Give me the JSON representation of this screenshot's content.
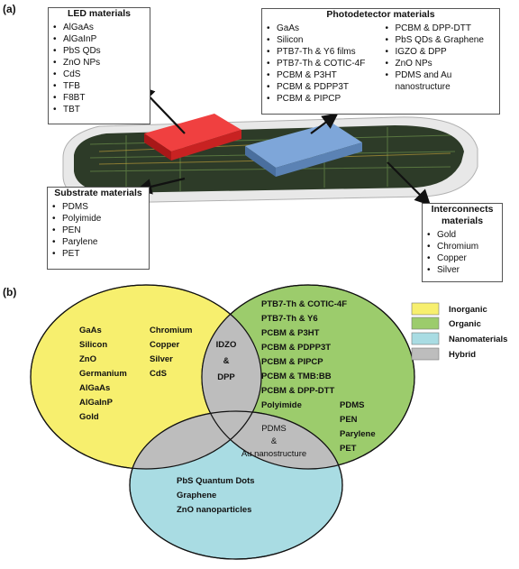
{
  "panel_a": {
    "label": "(a)",
    "led": {
      "title": "LED materials",
      "items": [
        "AlGaAs",
        "AlGaInP",
        "PbS QDs",
        "ZnO NPs",
        "CdS",
        "TFB",
        "F8BT",
        "TBT"
      ]
    },
    "photodetector": {
      "title": "Photodetector materials",
      "col1": [
        "GaAs",
        "Silicon",
        "PTB7-Th & Y6 films",
        "PTB7-Th & COTIC-4F",
        "PCBM & P3HT",
        "PCBM & PDPP3T",
        "PCBM & PIPCP"
      ],
      "col2": [
        "PCBM & DPP-DTT",
        "PbS QDs & Graphene",
        "IGZO & DPP",
        "ZnO NPs",
        "PDMS and Au nanostructure"
      ]
    },
    "substrate": {
      "title": "Substrate materials",
      "items": [
        "PDMS",
        "Polyimide",
        "PEN",
        "Parylene",
        "PET"
      ]
    },
    "interconnects": {
      "title_line1": "Interconnects",
      "title_line2": "materials",
      "items": [
        "Gold",
        "Chromium",
        "Copper",
        "Silver"
      ]
    }
  },
  "panel_b": {
    "label": "(b)",
    "colors": {
      "inorganic": "#f7ef6e",
      "organic": "#9ccc6c",
      "nanomaterials": "#a9dce3",
      "hybrid": "#bdbdbd"
    },
    "legend": [
      "Inorganic",
      "Organic",
      "Nanomaterials",
      "Hybrid"
    ],
    "inorganic_col1": [
      "GaAs",
      "Silicon",
      "ZnO",
      "Germanium",
      "AlGaAs",
      "AlGaInP",
      "Gold"
    ],
    "inorganic_col2": [
      "Chromium",
      "Copper",
      "Silver",
      "CdS"
    ],
    "hybrid_top": [
      "IDZO",
      "&",
      "DPP"
    ],
    "organic_list": [
      "PTB7-Th & COTIC-4F",
      "PTB7-Th & Y6",
      "PCBM & P3HT",
      "PCBM & PDPP3T",
      "PCBM & PIPCP",
      "PCBM & TMB:BB",
      "PCBM & DPP-DTT",
      "Polyimide"
    ],
    "organic_list2": [
      "PDMS",
      "PEN",
      "Parylene",
      "PET"
    ],
    "hybrid_center": [
      "PDMS",
      "&",
      "Au nanostructure"
    ],
    "nano_list": [
      "PbS Quantum Dots",
      "Graphene",
      "ZnO nanoparticles"
    ]
  }
}
